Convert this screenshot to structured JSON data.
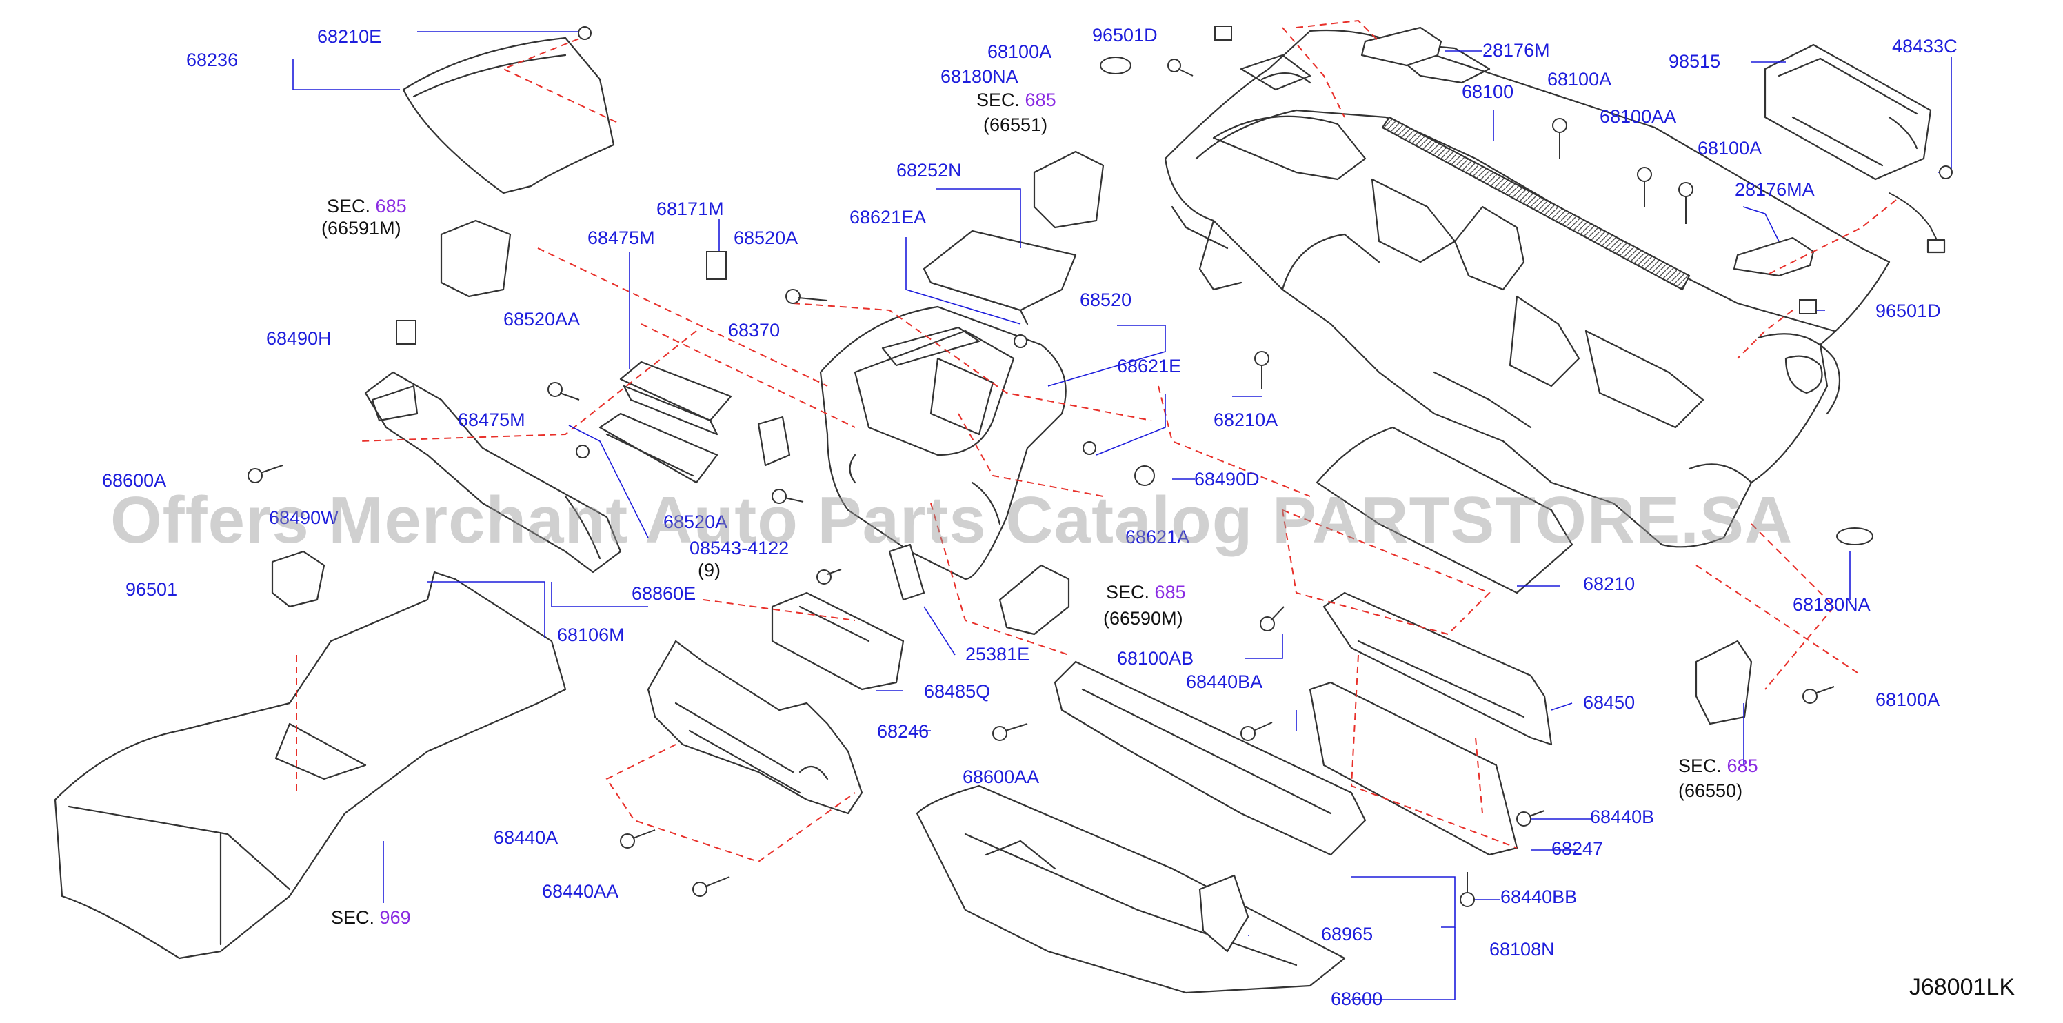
{
  "diagram_code": "J68001LK",
  "watermark": "Offers Merchant Auto Parts Catalog PARTSTORE.SA",
  "colors": {
    "label": "#1d1ddc",
    "leader": "#1d1ddc",
    "dash": "#e8302a",
    "part_stroke": "#333333",
    "sec_ref": "#8a2be2"
  },
  "labels": {
    "p68236": "68236",
    "p68210E": "68210E",
    "p68100A_1": "68100A",
    "p96501D_1": "96501D",
    "p68180NA_1": "68180NA",
    "p28176M": "28176M",
    "p98515": "98515",
    "p48433C": "48433C",
    "p68100": "68100",
    "p68100A_2": "68100A",
    "p68100AA": "68100AA",
    "p68100A_3": "68100A",
    "p28176MA": "28176MA",
    "p96501D_2": "96501D",
    "p68252N": "68252N",
    "p68621EA": "68621EA",
    "p68171M": "68171M",
    "p68475M_1": "68475M",
    "p68520A_1": "68520A",
    "p68370": "68370",
    "p68520AA": "68520AA",
    "p68490H": "68490H",
    "p68520": "68520",
    "p68621E": "68621E",
    "p68210A": "68210A",
    "p68475M_2": "68475M",
    "p68600A": "68600A",
    "p68490D": "68490D",
    "p68490W": "68490W",
    "p68520A_2": "68520A",
    "p08543": "08543-4122",
    "p9": "(9)",
    "p68860E": "68860E",
    "p68106M": "68106M",
    "p96501": "96501",
    "p25381E": "25381E",
    "p68485Q": "68485Q",
    "p68246": "68246",
    "p68210": "68210",
    "p68180NA_2": "68180NA",
    "p68100AB": "68100AB",
    "p68440BA": "68440BA",
    "p68450": "68450",
    "p68100A_4": "68100A",
    "p68600AA": "68600AA",
    "p68440B": "68440B",
    "p68247": "68247",
    "p68440A": "68440A",
    "p68440AA": "68440AA",
    "p68440BB": "68440BB",
    "p68965": "68965",
    "p68108N": "68108N",
    "p68600": "68600",
    "p68621A": "68621A"
  },
  "sections": [
    {
      "id": "s1",
      "prefix": "SEC.",
      "num": "685",
      "sub": "(66551)"
    },
    {
      "id": "s2",
      "prefix": "SEC.",
      "num": "685",
      "sub": "(66591M)"
    },
    {
      "id": "s3",
      "prefix": "SEC.",
      "num": "685",
      "sub": "(66590M)"
    },
    {
      "id": "s4",
      "prefix": "SEC.",
      "num": "685",
      "sub": "(66550)"
    },
    {
      "id": "s5",
      "prefix": "SEC.",
      "num": "969",
      "sub": ""
    }
  ]
}
